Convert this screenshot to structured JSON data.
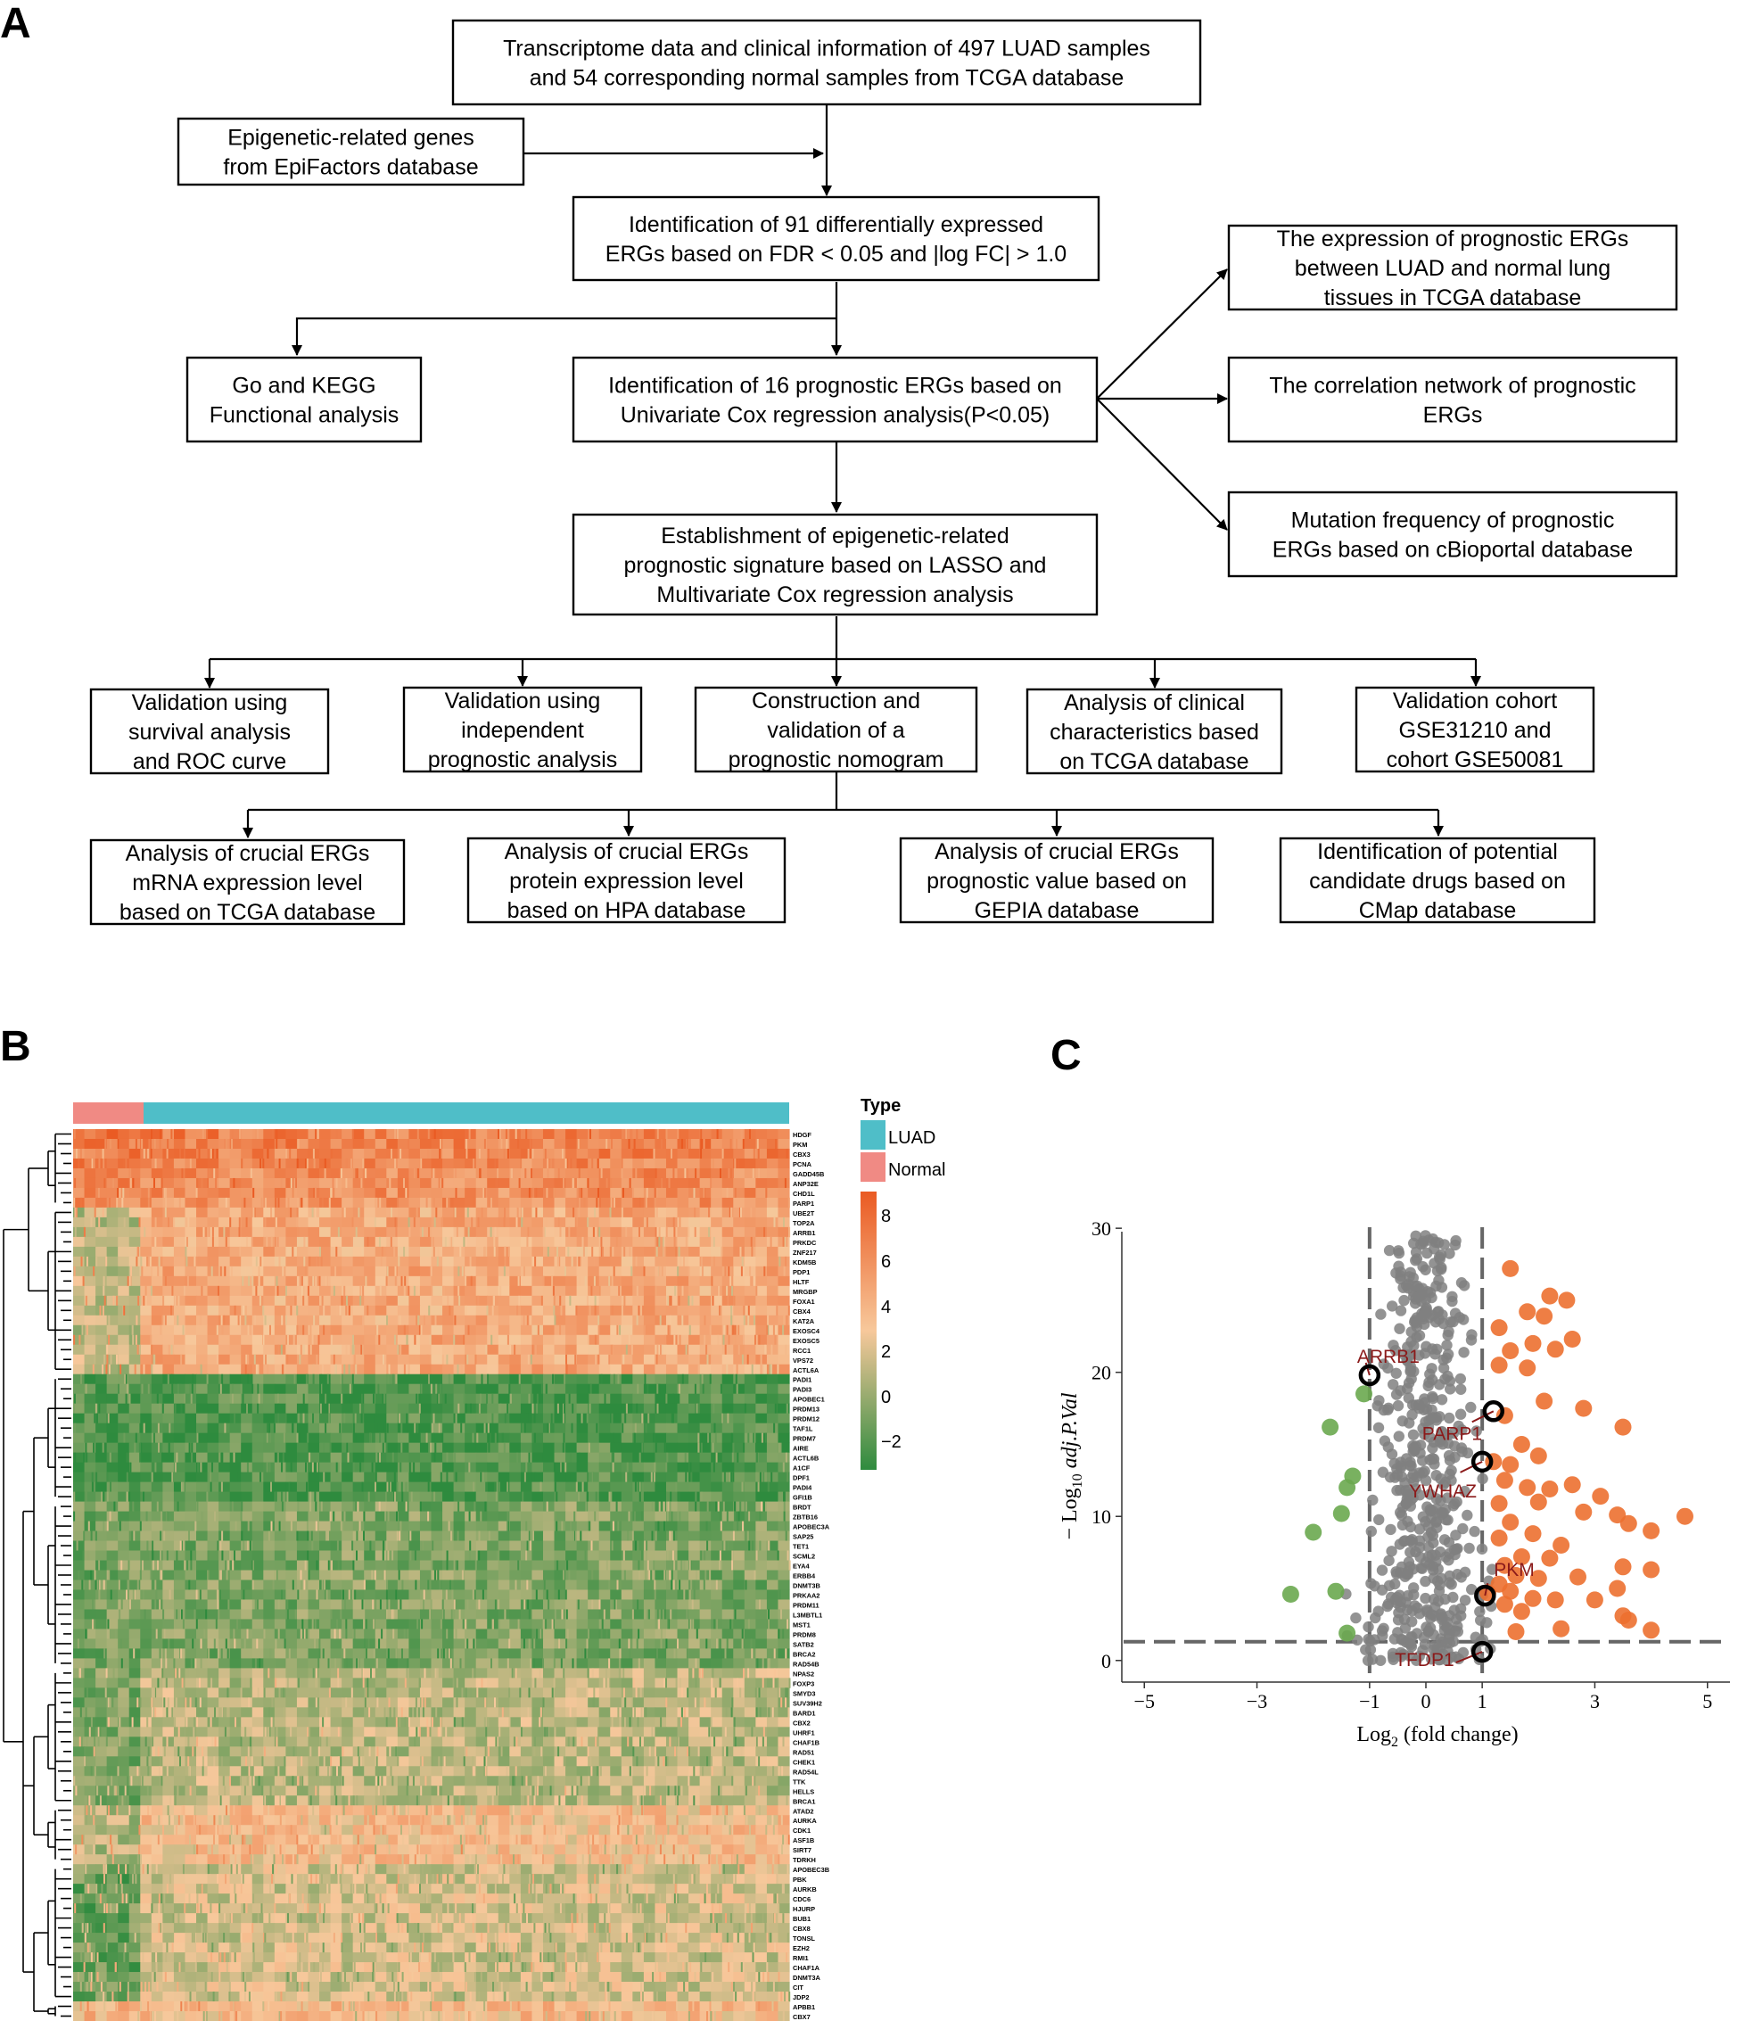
{
  "panels": {
    "a": "A",
    "b": "B",
    "c": "C"
  },
  "flowchart": {
    "boxes": [
      {
        "id": "tcga",
        "lines": [
          "Transcriptome data and clinical information of 497 LUAD samples",
          "and 54 corresponding normal samples from TCGA database"
        ]
      },
      {
        "id": "epifactors",
        "lines": [
          "Epigenetic-related genes",
          "from EpiFactors database"
        ]
      },
      {
        "id": "degs",
        "lines": [
          "Identification of 91 differentially expressed",
          "ERGs based on FDR < 0.05 and |log FC| >  1.0"
        ]
      },
      {
        "id": "go_kegg",
        "lines": [
          "Go and KEGG",
          "Functional analysis"
        ]
      },
      {
        "id": "prognostic",
        "lines": [
          "Identification of 16 prognostic ERGs based on",
          "Univariate Cox regression analysis(P<0.05)"
        ]
      },
      {
        "id": "expression",
        "lines": [
          "The expression of prognostic ERGs",
          "between LUAD and normal lung",
          "tissues in TCGA database"
        ]
      },
      {
        "id": "correlation",
        "lines": [
          "The correlation network of prognostic",
          "ERGs"
        ]
      },
      {
        "id": "mutation",
        "lines": [
          "Mutation frequency of prognostic",
          "ERGs based on cBioportal database"
        ]
      },
      {
        "id": "signature",
        "lines": [
          "Establishment of epigenetic-related",
          "prognostic signature based on LASSO and",
          "Multivariate Cox regression analysis"
        ]
      },
      {
        "id": "val_survival",
        "lines": [
          "Validation using",
          "survival analysis",
          "and ROC curve"
        ]
      },
      {
        "id": "val_indep",
        "lines": [
          "Validation using",
          "independent",
          "prognostic analysis"
        ]
      },
      {
        "id": "nomogram",
        "lines": [
          "Construction and",
          "validation of a",
          "prognostic nomogram"
        ]
      },
      {
        "id": "clinical",
        "lines": [
          "Analysis of clinical",
          "characteristics based",
          "on TCGA database"
        ]
      },
      {
        "id": "cohort",
        "lines": [
          "Validation cohort",
          "GSE31210 and",
          "cohort GSE50081"
        ]
      },
      {
        "id": "mrna",
        "lines": [
          "Analysis of crucial ERGs",
          "mRNA expression level",
          "based on TCGA database"
        ]
      },
      {
        "id": "protein",
        "lines": [
          "Analysis of crucial ERGs",
          "protein expression level",
          "based on HPA database"
        ]
      },
      {
        "id": "gepia",
        "lines": [
          "Analysis of crucial ERGs",
          "prognostic value based on",
          "GEPIA database"
        ]
      },
      {
        "id": "cmap",
        "lines": [
          "Identification of potential",
          "candidate drugs based on",
          "CMap database"
        ]
      }
    ]
  },
  "heatmap": {
    "legend": {
      "title": "Type",
      "items": [
        {
          "label": "LUAD",
          "color": "#4fbec8"
        },
        {
          "label": "Normal",
          "color": "#f08a84"
        }
      ],
      "scale_ticks": [
        "8",
        "6",
        "4",
        "2",
        "0",
        "−2"
      ],
      "scale_colors": [
        "#ea5a22",
        "#f7c89b",
        "#2e8b3e"
      ]
    },
    "genes": [
      "HDGF",
      "PKM",
      "CBX3",
      "PCNA",
      "GADD45B",
      "ANP32E",
      "CHD1L",
      "PARP1",
      "UBE2T",
      "TOP2A",
      "ARRB1",
      "PRKDC",
      "ZNF217",
      "KDM5B",
      "PDP1",
      "HLTF",
      "MRGBP",
      "FOXA1",
      "CBX4",
      "KAT2A",
      "EXOSC4",
      "EXOSC5",
      "RCC1",
      "VPS72",
      "ACTL6A",
      "PADI1",
      "PADI3",
      "APOBEC1",
      "PRDM13",
      "PRDM12",
      "TAF1L",
      "PRDM7",
      "AIRE",
      "ACTL6B",
      "A1CF",
      "DPF1",
      "PADI4",
      "GFI1B",
      "BRDT",
      "ZBTB16",
      "APOBEC3A",
      "SAP25",
      "TET1",
      "SCML2",
      "EYA4",
      "ERBB4",
      "DNMT3B",
      "PRKAA2",
      "PRDM11",
      "L3MBTL1",
      "MST1",
      "PRDM8",
      "SATB2",
      "BRCA2",
      "RAD54B",
      "NPAS2",
      "FOXP3",
      "SMYD3",
      "SUV39H2",
      "BARD1",
      "CBX2",
      "UHRF1",
      "CHAF1B",
      "RAD51",
      "CHEK1",
      "RAD54L",
      "TTK",
      "HELLS",
      "BRCA1",
      "ATAD2",
      "AURKA",
      "CDK1",
      "ASF1B",
      "SIRT7",
      "TDRKH",
      "APOBEC3B",
      "PBK",
      "AURKB",
      "CDC6",
      "HJURP",
      "BUB1",
      "CBX8",
      "TONSL",
      "EZH2",
      "RMI1",
      "CHAF1A",
      "DNMT3A",
      "CIT",
      "JDP2",
      "APBB1",
      "CBX7"
    ]
  },
  "volcano": {
    "xlabel_main": "Log",
    "xlabel_sub": "2",
    "xlabel_rest": " (fold change)",
    "ylabel_prefix": "− Log",
    "ylabel_sub": "10",
    "ylabel_italic": " adj.P.Val",
    "x_ticks": [
      "−5",
      "−3",
      "−1",
      "0",
      "1",
      "3",
      "5"
    ],
    "y_ticks": [
      "0",
      "10",
      "20",
      "30"
    ],
    "labels": [
      {
        "name": "ARRB1",
        "x": -1.0,
        "y": 19.8
      },
      {
        "name": "PARP1",
        "x": 1.2,
        "y": 17.3
      },
      {
        "name": "YWHAZ",
        "x": 1.0,
        "y": 13.8
      },
      {
        "name": "PKM",
        "x": 1.05,
        "y": 4.5
      },
      {
        "name": "TFDP1",
        "x": 1.0,
        "y": 0.6
      }
    ],
    "colors": {
      "down": "#6aa84f",
      "ns": "#808080",
      "up": "#ec7030",
      "label": "#8b1a1a"
    }
  },
  "chart_data": {
    "type": "scatter",
    "title": "",
    "xlabel": "Log2 (fold change)",
    "ylabel": "− Log10 adj.P.Val",
    "xlim": [
      -5.4,
      5.4
    ],
    "ylim": [
      -1.5,
      31
    ],
    "thresholds": {
      "x": [
        -1,
        1
      ],
      "y": 1.3
    },
    "series": [
      {
        "name": "",
        "color": "#6aa84f",
        "points": [
          [
            -1.7,
            16.2
          ],
          [
            -1.3,
            12.8
          ],
          [
            -1.4,
            12.0
          ],
          [
            -1.5,
            10.2
          ],
          [
            -2.0,
            8.9
          ],
          [
            -2.4,
            4.6
          ],
          [
            -1.6,
            4.8
          ],
          [
            -1.4,
            1.9
          ],
          [
            -1.1,
            18.5
          ]
        ]
      },
      {
        "name": "",
        "color": "#ec7030",
        "points": [
          [
            1.5,
            27.2
          ],
          [
            2.2,
            25.3
          ],
          [
            2.5,
            25.0
          ],
          [
            1.8,
            24.2
          ],
          [
            2.1,
            23.9
          ],
          [
            1.3,
            23.1
          ],
          [
            2.6,
            22.3
          ],
          [
            1.9,
            22.0
          ],
          [
            2.3,
            21.6
          ],
          [
            1.5,
            21.5
          ],
          [
            1.3,
            20.5
          ],
          [
            1.8,
            20.3
          ],
          [
            2.1,
            18.0
          ],
          [
            1.4,
            17.0
          ],
          [
            2.8,
            17.5
          ],
          [
            3.5,
            16.2
          ],
          [
            1.7,
            15.0
          ],
          [
            2.0,
            14.2
          ],
          [
            1.5,
            13.6
          ],
          [
            1.4,
            12.5
          ],
          [
            1.8,
            12.0
          ],
          [
            2.2,
            11.9
          ],
          [
            2.6,
            12.2
          ],
          [
            3.1,
            11.4
          ],
          [
            2.0,
            11.0
          ],
          [
            1.3,
            10.9
          ],
          [
            2.8,
            10.3
          ],
          [
            3.4,
            10.1
          ],
          [
            1.5,
            9.6
          ],
          [
            3.6,
            9.5
          ],
          [
            4.0,
            9.0
          ],
          [
            4.6,
            10.0
          ],
          [
            1.9,
            8.8
          ],
          [
            1.3,
            8.5
          ],
          [
            2.4,
            8.0
          ],
          [
            2.2,
            7.1
          ],
          [
            1.7,
            7.2
          ],
          [
            1.4,
            6.6
          ],
          [
            3.5,
            6.5
          ],
          [
            4.0,
            6.3
          ],
          [
            1.6,
            5.9
          ],
          [
            2.0,
            5.7
          ],
          [
            2.7,
            5.8
          ],
          [
            1.3,
            5.3
          ],
          [
            3.4,
            5.0
          ],
          [
            1.5,
            4.8
          ],
          [
            1.9,
            4.3
          ],
          [
            2.3,
            4.2
          ],
          [
            3.0,
            4.2
          ],
          [
            1.4,
            3.9
          ],
          [
            1.7,
            3.4
          ],
          [
            3.5,
            3.1
          ],
          [
            3.6,
            2.8
          ],
          [
            2.4,
            2.2
          ],
          [
            4.0,
            2.1
          ],
          [
            1.6,
            2.0
          ],
          [
            1.2,
            13.8
          ],
          [
            1.1,
            4.7
          ]
        ]
      }
    ]
  }
}
